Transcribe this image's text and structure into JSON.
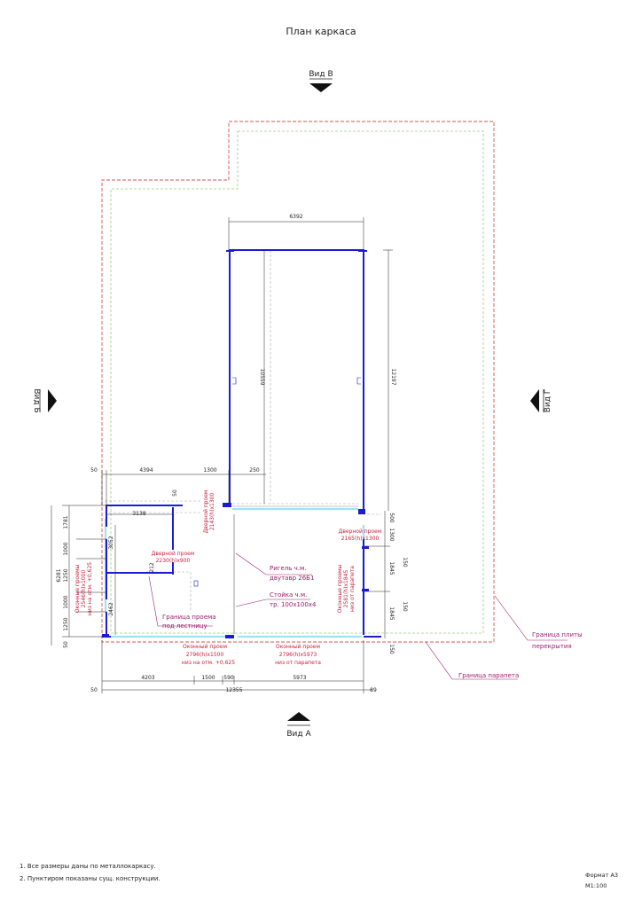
{
  "title": "План каркаса",
  "views": {
    "top": "Вид В",
    "bottom": "Вид А",
    "left": "Вид Б",
    "right": "Вид Г"
  },
  "dimensions": {
    "d6392": "6392",
    "d10559": "10559",
    "d12197": "12197",
    "d50a": "50",
    "d4394": "4394",
    "d1300a": "1300",
    "d250": "250",
    "d50b": "50",
    "d3138": "3138",
    "d3052": "3052",
    "d1781": "1781",
    "d1000a": "1000",
    "d1250a": "1250",
    "d1000b": "1000",
    "d1250b": "1250",
    "d6281": "6281",
    "d50c": "50",
    "d2462": "2462",
    "d212": "212",
    "d4203": "4203",
    "d1500": "1500",
    "d590": "590",
    "d5973": "5973",
    "d50d": "50",
    "d12355": "12355",
    "d89": "89",
    "d500": "500",
    "d1300b": "1300",
    "d150a": "150",
    "d1845a": "1845",
    "d150b": "150",
    "d1845b": "1845",
    "d150c": "150"
  },
  "openings": {
    "door_left_1": "Дверной проем",
    "door_left_2": "2143(h)х1300",
    "door_inner_1": "Дверной проем",
    "door_inner_2": "2230(h)х900",
    "door_right_1": "Дверной проем",
    "door_right_2": "2165(h)х1300",
    "win_left_1": "Оконные проемы",
    "win_left_2": "2546(h)х1000",
    "win_left_3": "низ на отм. +0,625",
    "win_right_1": "Оконные проемы",
    "win_right_2": "2581(h)х1845",
    "win_right_3": "низ от парапета",
    "win_bottom_left_1": "Оконный проем",
    "win_bottom_left_2": "2796(h)х1500",
    "win_bottom_left_3": "низ на отм. +0,625",
    "win_bottom_right_1": "Оконный проем",
    "win_bottom_right_2": "2796(h)х5973",
    "win_bottom_right_3": "низ от парапета"
  },
  "callouts": {
    "rigel_1": "Ригель ч.м.",
    "rigel_2": "двутавр 26Б1",
    "stoyka_1": "Стойка ч.м.",
    "stoyka_2": "тр. 100х100х4",
    "stair_1": "Граница проема",
    "stair_2": "под лестницу",
    "slab_1": "Граница плиты",
    "slab_2": "перекрытия",
    "parapet": "Граница парапета"
  },
  "notes": [
    "1. Все размеры даны по металлокаркасу.",
    "2. Пунктиром показаны сущ. конструкции."
  ],
  "stamp": {
    "format": "Формат А3",
    "scale": "М1:100"
  },
  "colors": {
    "frame": "#1c1cd6",
    "parapet": "#e0504c",
    "slab": "#9ccc7c",
    "opening": "#9ce4f4",
    "label": "#cc1c3c",
    "callout": "#9c1c6c"
  }
}
